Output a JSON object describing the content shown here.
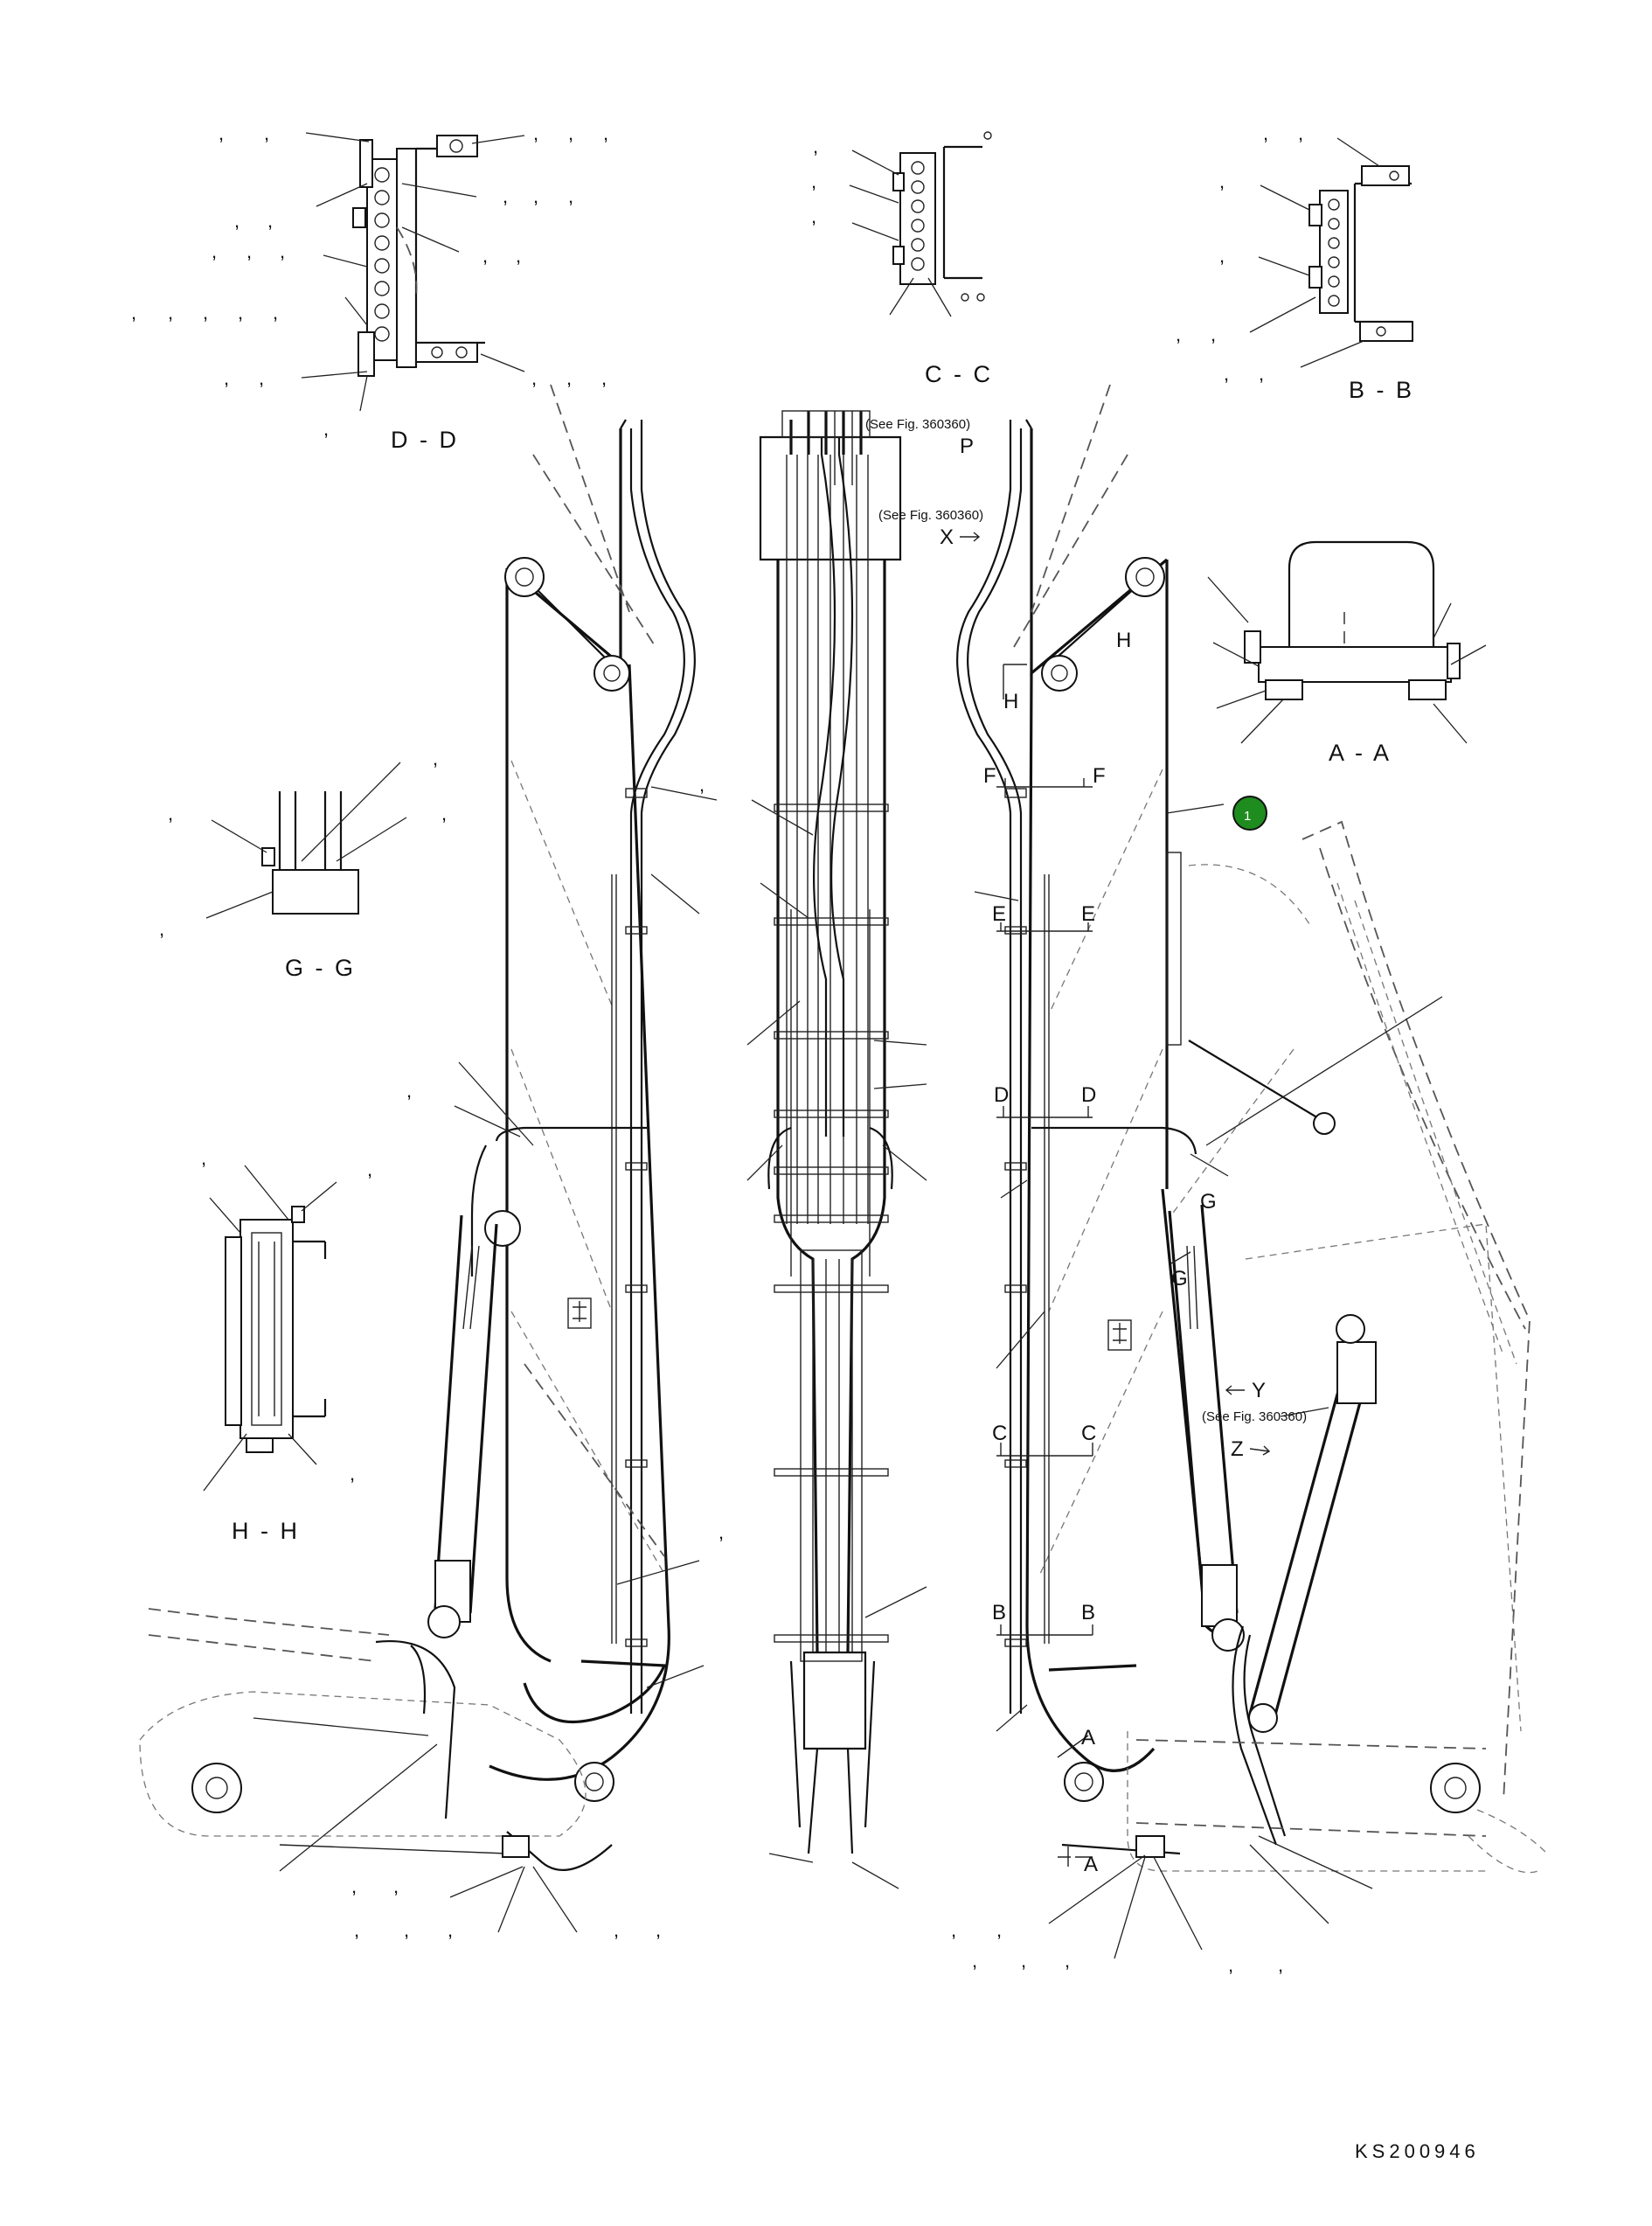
{
  "diagram": {
    "drawing_code": "KS200946",
    "section_views": [
      {
        "id": "dd",
        "label": "D - D"
      },
      {
        "id": "cc",
        "label": "C - C"
      },
      {
        "id": "bb",
        "label": "B - B"
      },
      {
        "id": "aa",
        "label": "A - A"
      },
      {
        "id": "gg",
        "label": "G - G"
      },
      {
        "id": "hh",
        "label": "H - H"
      }
    ],
    "references": {
      "see_fig_1": "(See Fig. 360360)",
      "see_fig_2": "(See Fig. 360360)",
      "see_fig_3": "(See Fig. 360360)"
    },
    "view_arrows": {
      "p": "P",
      "x": "X",
      "y": "Y",
      "z": "Z"
    },
    "cut_letters": {
      "h1": "H",
      "h2": "H",
      "f1": "F",
      "f2": "F",
      "e1": "E",
      "e2": "E",
      "d1": "D",
      "d2": "D",
      "c1": "C",
      "c2": "C",
      "b1": "B",
      "b2": "B",
      "a1": "A",
      "a2": "A",
      "g1": "G",
      "g2": "G"
    },
    "callout": {
      "number": "1",
      "color": "#1e8c1e"
    },
    "separator": ","
  }
}
